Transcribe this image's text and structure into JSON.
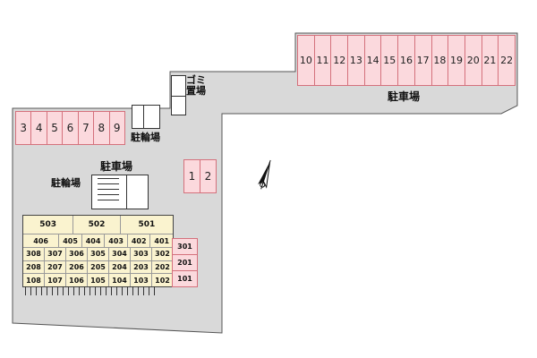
{
  "colors": {
    "site_gray": "#d9d9d9",
    "stall_fill": "#fbd9dd",
    "stall_border": "#d4717c",
    "building_fill": "#faf3cf"
  },
  "parking_right": {
    "label": "駐車場",
    "stalls": [
      "10",
      "11",
      "12",
      "13",
      "14",
      "15",
      "16",
      "17",
      "18",
      "19",
      "20",
      "21",
      "22"
    ]
  },
  "parking_left": {
    "label": "駐車場",
    "stalls": [
      "3",
      "4",
      "5",
      "6",
      "7",
      "8",
      "9"
    ]
  },
  "parking_pair": {
    "stalls": [
      "1",
      "2"
    ]
  },
  "garbage": {
    "line1": "ゴミ",
    "line2": "置場"
  },
  "bike_top": {
    "label": "駐輪場"
  },
  "bike_mid": {
    "label": "駐輪場"
  },
  "building": {
    "floor5": [
      "503",
      "502",
      "501"
    ],
    "floor4": [
      "406",
      "405",
      "404",
      "403",
      "402",
      "401"
    ],
    "floor3": [
      "308",
      "307",
      "306",
      "305",
      "304",
      "303",
      "302"
    ],
    "floor2": [
      "208",
      "207",
      "206",
      "205",
      "204",
      "203",
      "202"
    ],
    "floor1": [
      "108",
      "107",
      "106",
      "105",
      "104",
      "103",
      "102"
    ],
    "highlighted": [
      "301",
      "201",
      "101"
    ]
  }
}
